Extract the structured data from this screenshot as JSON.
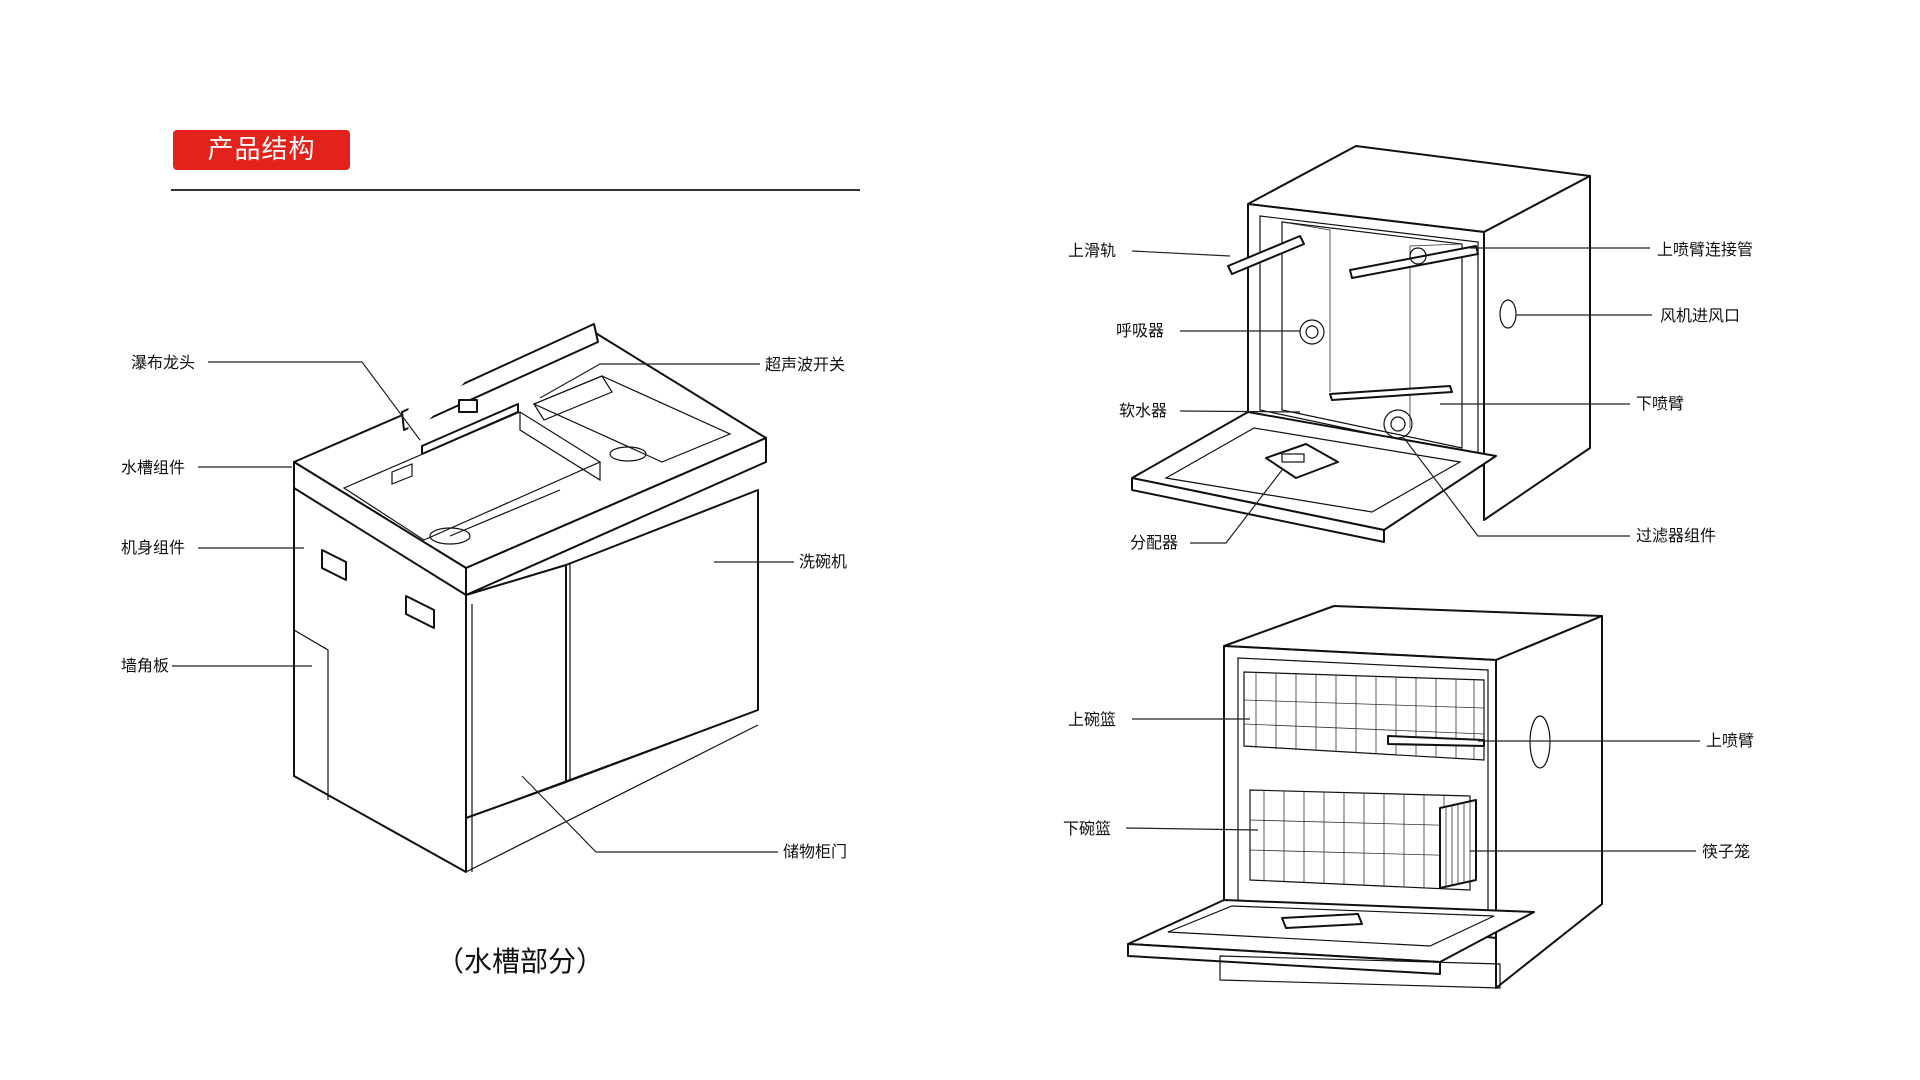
{
  "header": {
    "title": "产品结构"
  },
  "sink_section": {
    "caption": "（水槽部分）",
    "labels": {
      "faucet": "瀑布龙头",
      "sink_assembly": "水槽组件",
      "body_assembly": "机身组件",
      "corner_board": "墙角板",
      "ultrasonic_switch": "超声波开关",
      "dishwasher": "洗碗机",
      "storage_door": "储物柜门"
    }
  },
  "dishwasher_top": {
    "labels": {
      "upper_rail": "上滑轨",
      "breather": "呼吸器",
      "softener": "软水器",
      "dispenser": "分配器",
      "upper_arm_pipe": "上喷臂连接管",
      "fan_inlet": "风机进风口",
      "lower_arm": "下喷臂",
      "filter_assembly": "过滤器组件"
    }
  },
  "dishwasher_bottom": {
    "labels": {
      "upper_basket": "上碗篮",
      "lower_basket": "下碗篮",
      "upper_arm": "上喷臂",
      "cutlery_basket": "筷子笼"
    }
  },
  "colors": {
    "accent": "#e3221b",
    "line": "#222222",
    "text": "#111111"
  }
}
